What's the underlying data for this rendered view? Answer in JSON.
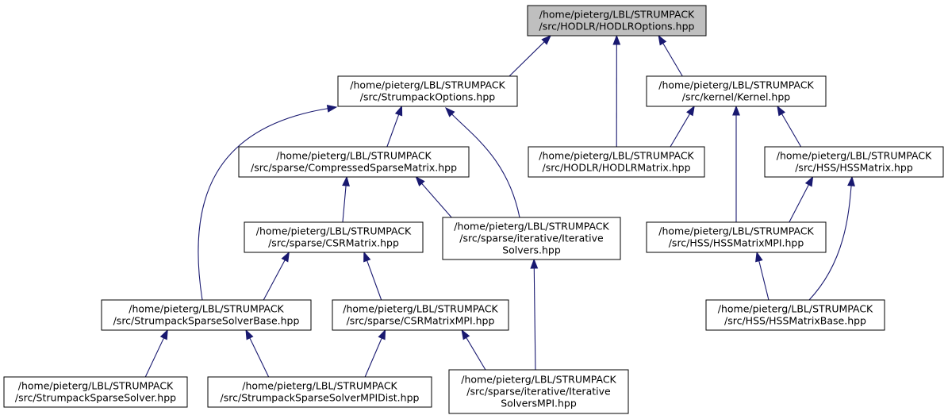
{
  "nodes": [
    {
      "id": "hodlr_options",
      "lines": [
        "/home/pieterg/LBL/STRUMPACK",
        "/src/HODLR/HODLROptions.hpp"
      ],
      "highlight": true
    },
    {
      "id": "strumpack_options",
      "lines": [
        "/home/pieterg/LBL/STRUMPACK",
        "/src/StrumpackOptions.hpp"
      ]
    },
    {
      "id": "kernel",
      "lines": [
        "/home/pieterg/LBL/STRUMPACK",
        "/src/kernel/Kernel.hpp"
      ]
    },
    {
      "id": "compressed_sparse_matrix",
      "lines": [
        "/home/pieterg/LBL/STRUMPACK",
        "/src/sparse/CompressedSparseMatrix.hpp"
      ]
    },
    {
      "id": "hodlr_matrix",
      "lines": [
        "/home/pieterg/LBL/STRUMPACK",
        "/src/HODLR/HODLRMatrix.hpp"
      ]
    },
    {
      "id": "hss_matrix",
      "lines": [
        "/home/pieterg/LBL/STRUMPACK",
        "/src/HSS/HSSMatrix.hpp"
      ]
    },
    {
      "id": "csr_matrix",
      "lines": [
        "/home/pieterg/LBL/STRUMPACK",
        "/src/sparse/CSRMatrix.hpp"
      ]
    },
    {
      "id": "iterative_solvers",
      "lines": [
        "/home/pieterg/LBL/STRUMPACK",
        "/src/sparse/iterative/Iterative",
        "Solvers.hpp"
      ]
    },
    {
      "id": "hss_matrix_mpi",
      "lines": [
        "/home/pieterg/LBL/STRUMPACK",
        "/src/HSS/HSSMatrixMPI.hpp"
      ]
    },
    {
      "id": "sparse_solver_base",
      "lines": [
        "/home/pieterg/LBL/STRUMPACK",
        "/src/StrumpackSparseSolverBase.hpp"
      ]
    },
    {
      "id": "csr_matrix_mpi",
      "lines": [
        "/home/pieterg/LBL/STRUMPACK",
        "/src/sparse/CSRMatrixMPI.hpp"
      ]
    },
    {
      "id": "hss_matrix_base",
      "lines": [
        "/home/pieterg/LBL/STRUMPACK",
        "/src/HSS/HSSMatrixBase.hpp"
      ]
    },
    {
      "id": "sparse_solver",
      "lines": [
        "/home/pieterg/LBL/STRUMPACK",
        "/src/StrumpackSparseSolver.hpp"
      ]
    },
    {
      "id": "sparse_solver_mpi_dist",
      "lines": [
        "/home/pieterg/LBL/STRUMPACK",
        "/src/StrumpackSparseSolverMPIDist.hpp"
      ]
    },
    {
      "id": "iterative_solvers_mpi",
      "lines": [
        "/home/pieterg/LBL/STRUMPACK",
        "/src/sparse/iterative/Iterative",
        "SolversMPI.hpp"
      ]
    }
  ],
  "edges": [
    {
      "from": "strumpack_options",
      "to": "hodlr_options"
    },
    {
      "from": "hodlr_matrix",
      "to": "hodlr_options"
    },
    {
      "from": "kernel",
      "to": "hodlr_options"
    },
    {
      "from": "compressed_sparse_matrix",
      "to": "strumpack_options"
    },
    {
      "from": "iterative_solvers",
      "to": "strumpack_options"
    },
    {
      "from": "sparse_solver_base",
      "to": "strumpack_options"
    },
    {
      "from": "hodlr_matrix",
      "to": "kernel"
    },
    {
      "from": "hss_matrix",
      "to": "kernel"
    },
    {
      "from": "hss_matrix_mpi",
      "to": "kernel"
    },
    {
      "from": "csr_matrix",
      "to": "compressed_sparse_matrix"
    },
    {
      "from": "iterative_solvers",
      "to": "compressed_sparse_matrix"
    },
    {
      "from": "hss_matrix_mpi",
      "to": "hss_matrix"
    },
    {
      "from": "hss_matrix_base",
      "to": "hss_matrix"
    },
    {
      "from": "sparse_solver_base",
      "to": "csr_matrix"
    },
    {
      "from": "csr_matrix_mpi",
      "to": "csr_matrix"
    },
    {
      "from": "iterative_solvers_mpi",
      "to": "iterative_solvers"
    },
    {
      "from": "hss_matrix_base",
      "to": "hss_matrix_mpi"
    },
    {
      "from": "sparse_solver",
      "to": "sparse_solver_base"
    },
    {
      "from": "sparse_solver_mpi_dist",
      "to": "sparse_solver_base"
    },
    {
      "from": "sparse_solver_mpi_dist",
      "to": "csr_matrix_mpi"
    },
    {
      "from": "iterative_solvers_mpi",
      "to": "csr_matrix_mpi"
    }
  ]
}
